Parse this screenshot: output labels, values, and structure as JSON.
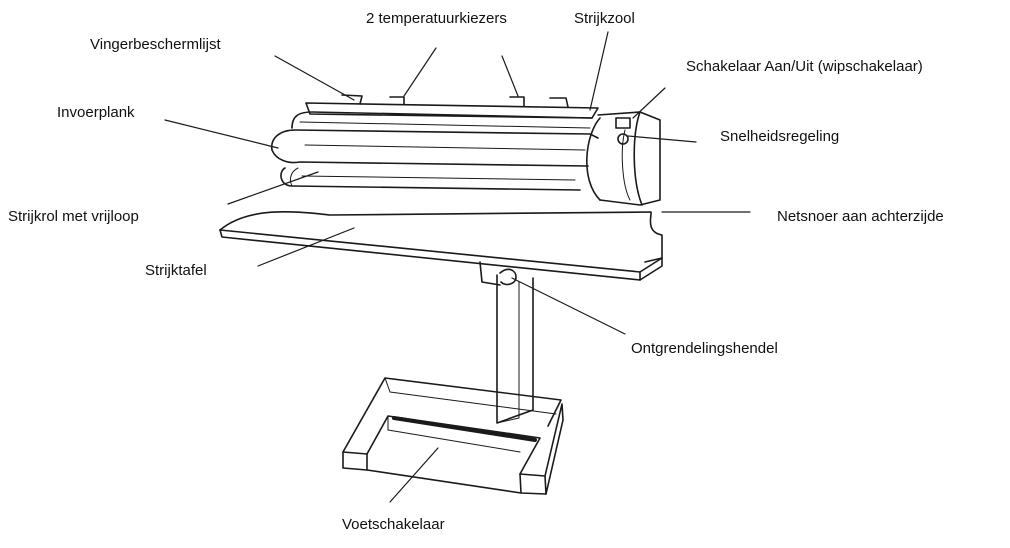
{
  "labels": {
    "temperature_selectors": "2 temperatuurkiezers",
    "ironing_shoe": "Strijkzool",
    "finger_guard": "Vingerbeschermlijst",
    "power_switch": "Schakelaar Aan/Uit (wipschakelaar)",
    "feed_board": "Invoerplank",
    "speed_control": "Snelheidsregeling",
    "roller": "Strijkrol met vrijloop",
    "power_cord": "Netsnoer aan achterzijde",
    "ironing_table": "Strijktafel",
    "release_lever": "Ontgrendelingshendel",
    "foot_switch": "Voetschakelaar"
  },
  "colors": {
    "line": "#1a1a1a",
    "text": "#111111",
    "background": "#ffffff"
  }
}
